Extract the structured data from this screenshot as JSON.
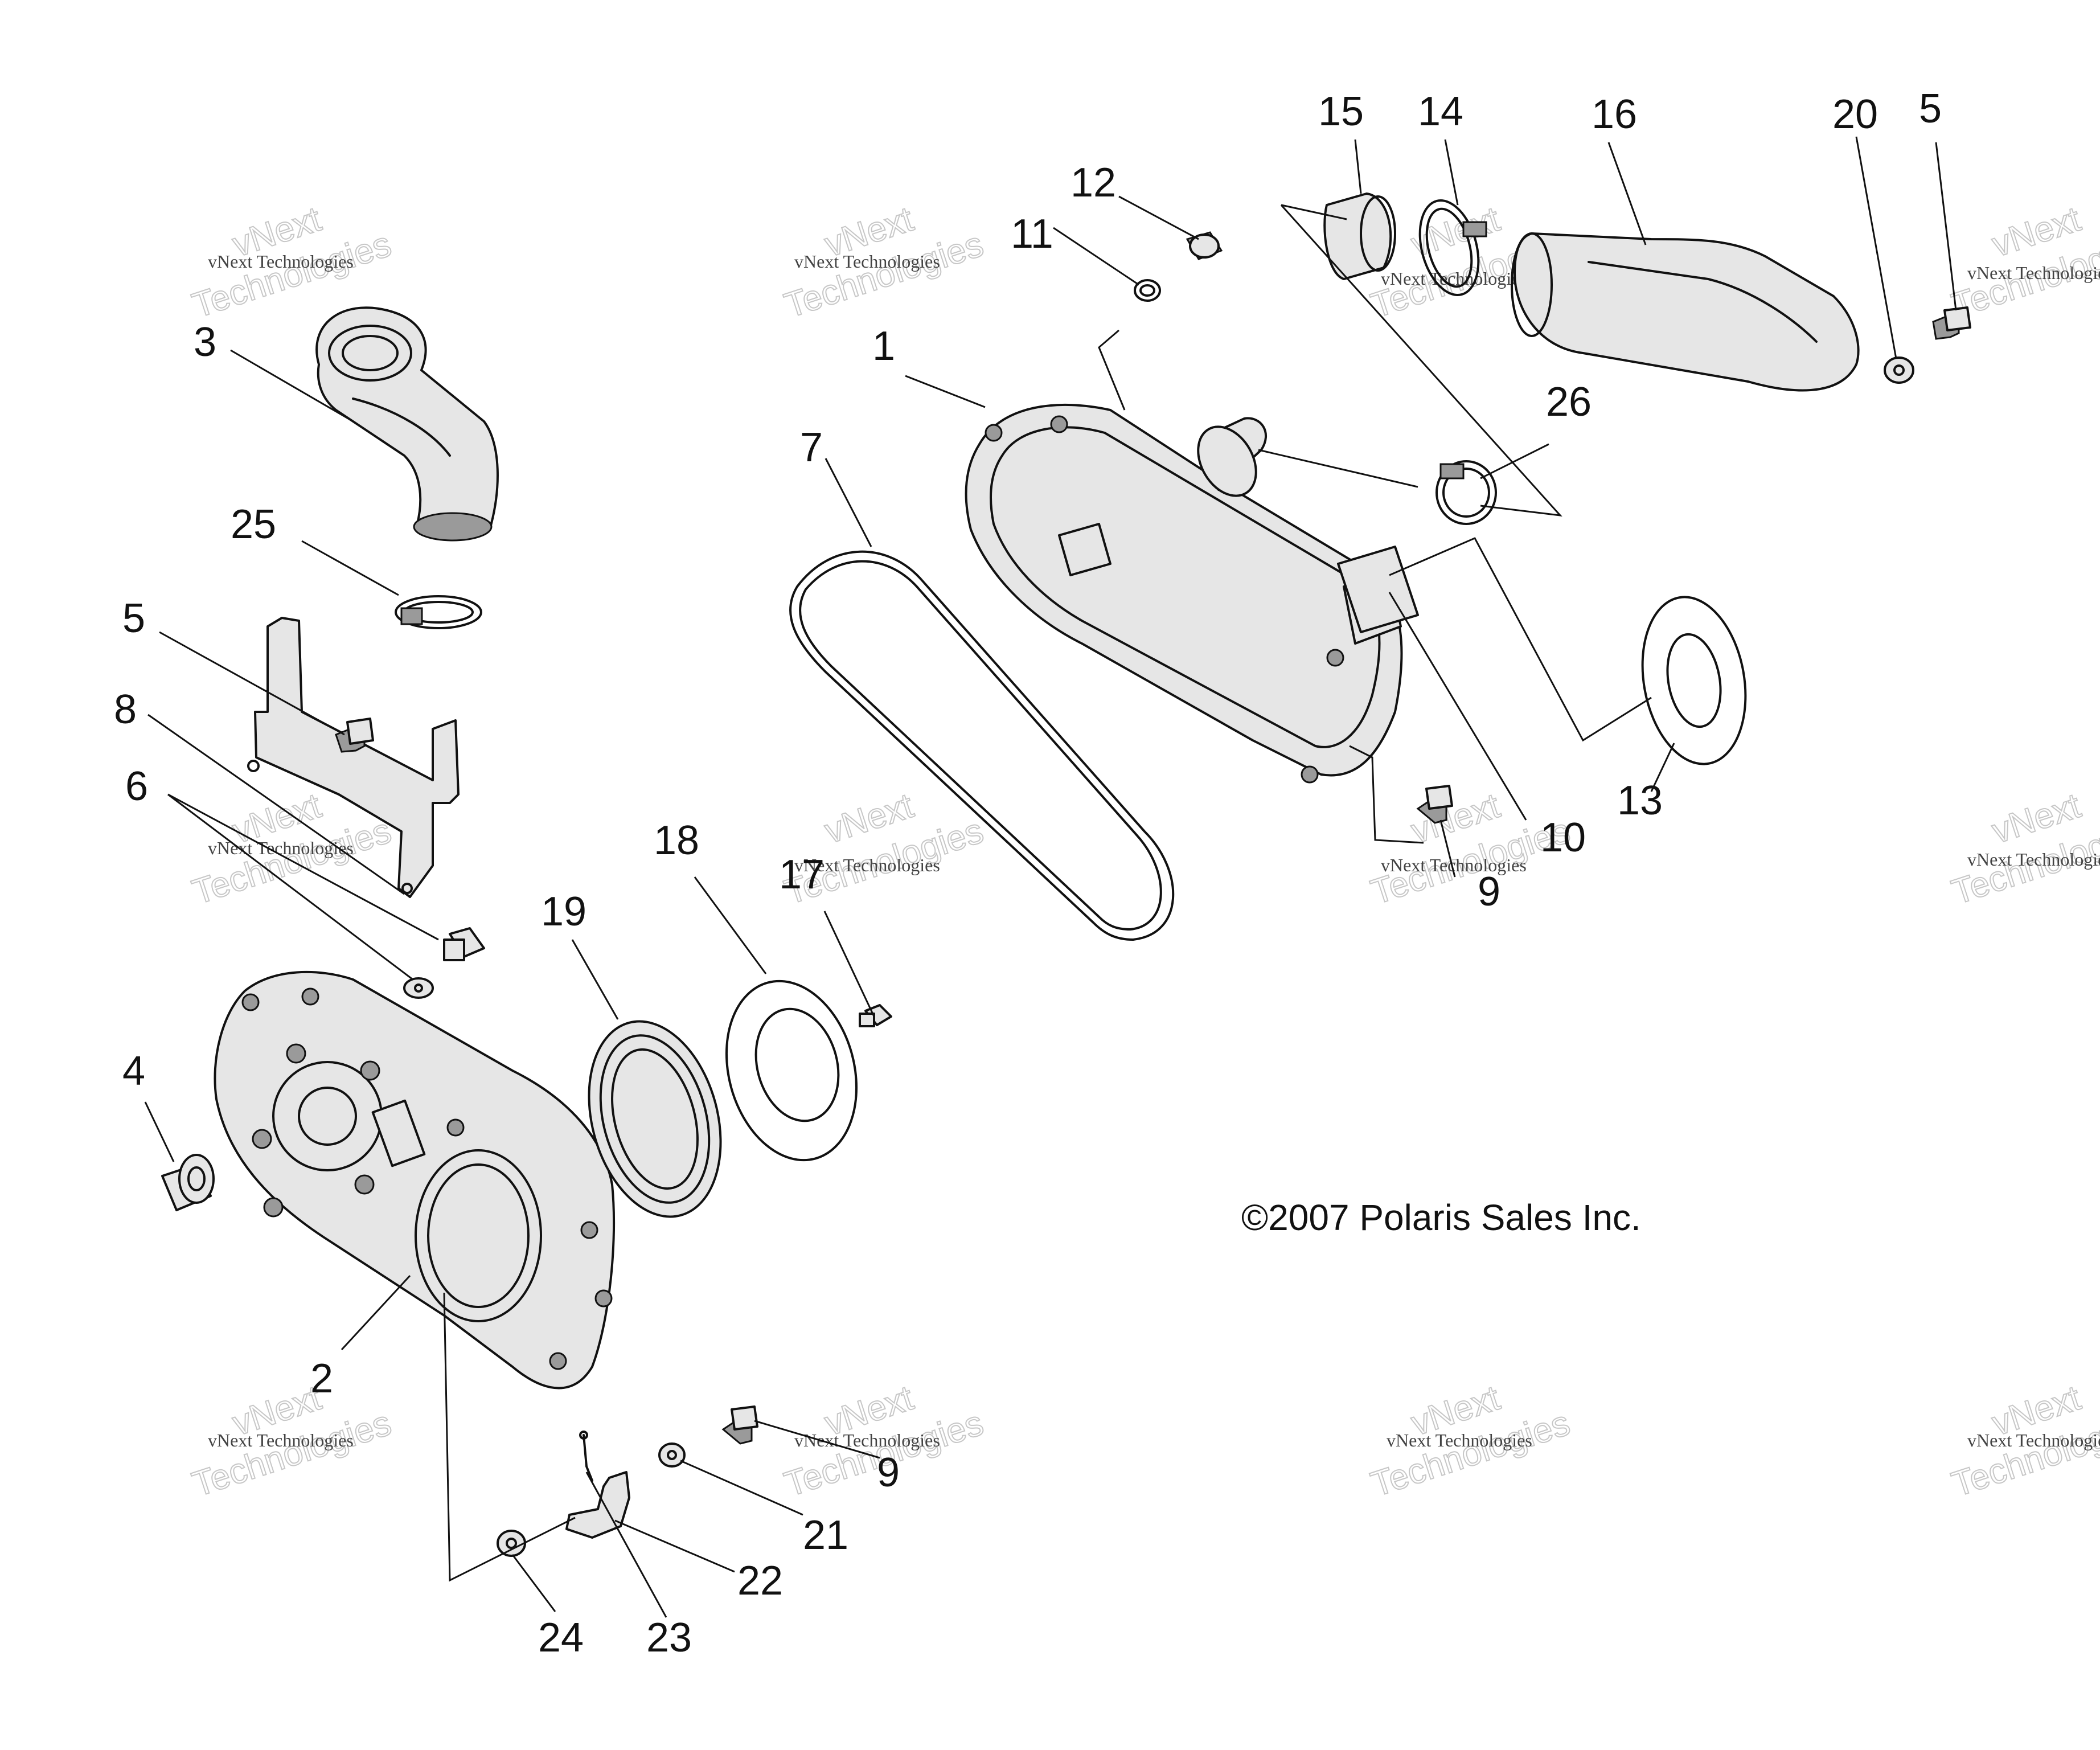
{
  "callouts": [
    {
      "id": "1",
      "label": "1"
    },
    {
      "id": "2",
      "label": "2"
    },
    {
      "id": "3",
      "label": "3"
    },
    {
      "id": "4",
      "label": "4"
    },
    {
      "id": "5a",
      "label": "5"
    },
    {
      "id": "5b",
      "label": "5"
    },
    {
      "id": "6",
      "label": "6"
    },
    {
      "id": "7",
      "label": "7"
    },
    {
      "id": "8",
      "label": "8"
    },
    {
      "id": "9a",
      "label": "9"
    },
    {
      "id": "9b",
      "label": "9"
    },
    {
      "id": "10",
      "label": "10"
    },
    {
      "id": "11",
      "label": "11"
    },
    {
      "id": "12",
      "label": "12"
    },
    {
      "id": "13",
      "label": "13"
    },
    {
      "id": "14",
      "label": "14"
    },
    {
      "id": "15",
      "label": "15"
    },
    {
      "id": "16",
      "label": "16"
    },
    {
      "id": "17",
      "label": "17"
    },
    {
      "id": "18",
      "label": "18"
    },
    {
      "id": "19",
      "label": "19"
    },
    {
      "id": "20",
      "label": "20"
    },
    {
      "id": "21",
      "label": "21"
    },
    {
      "id": "22",
      "label": "22"
    },
    {
      "id": "23",
      "label": "23"
    },
    {
      "id": "24",
      "label": "24"
    },
    {
      "id": "25",
      "label": "25"
    },
    {
      "id": "26",
      "label": "26"
    }
  ],
  "copyright": "©2007 Polaris Sales Inc.",
  "watermark": {
    "company": "vNext Technologies",
    "stamp_line1": "vNext",
    "stamp_line2": "Technologies"
  }
}
